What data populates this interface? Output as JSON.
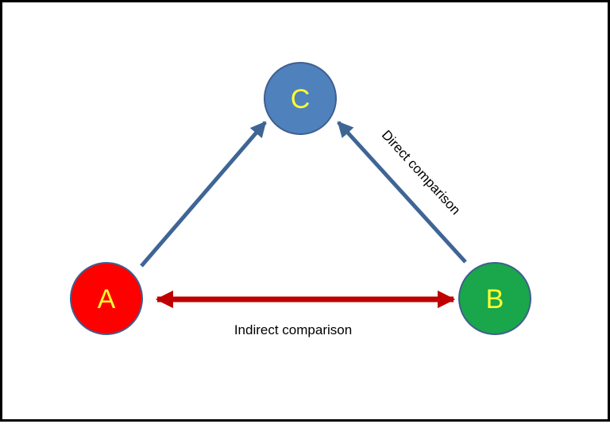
{
  "nodes": {
    "a": {
      "label": "A",
      "fill": "#ff0000",
      "stroke": "#3f5f8f",
      "text_color": "#ffff33"
    },
    "b": {
      "label": "B",
      "fill": "#1aa64a",
      "stroke": "#3f5f8f",
      "text_color": "#ffff33"
    },
    "c": {
      "label": "C",
      "fill": "#4f81bd",
      "stroke": "#3f5f8f",
      "text_color": "#ffff33"
    }
  },
  "edges": {
    "direct": {
      "label": "Direct comparison",
      "color": "#3f6595"
    },
    "indirect": {
      "label": "Indirect comparison",
      "color": "#c00000"
    }
  }
}
